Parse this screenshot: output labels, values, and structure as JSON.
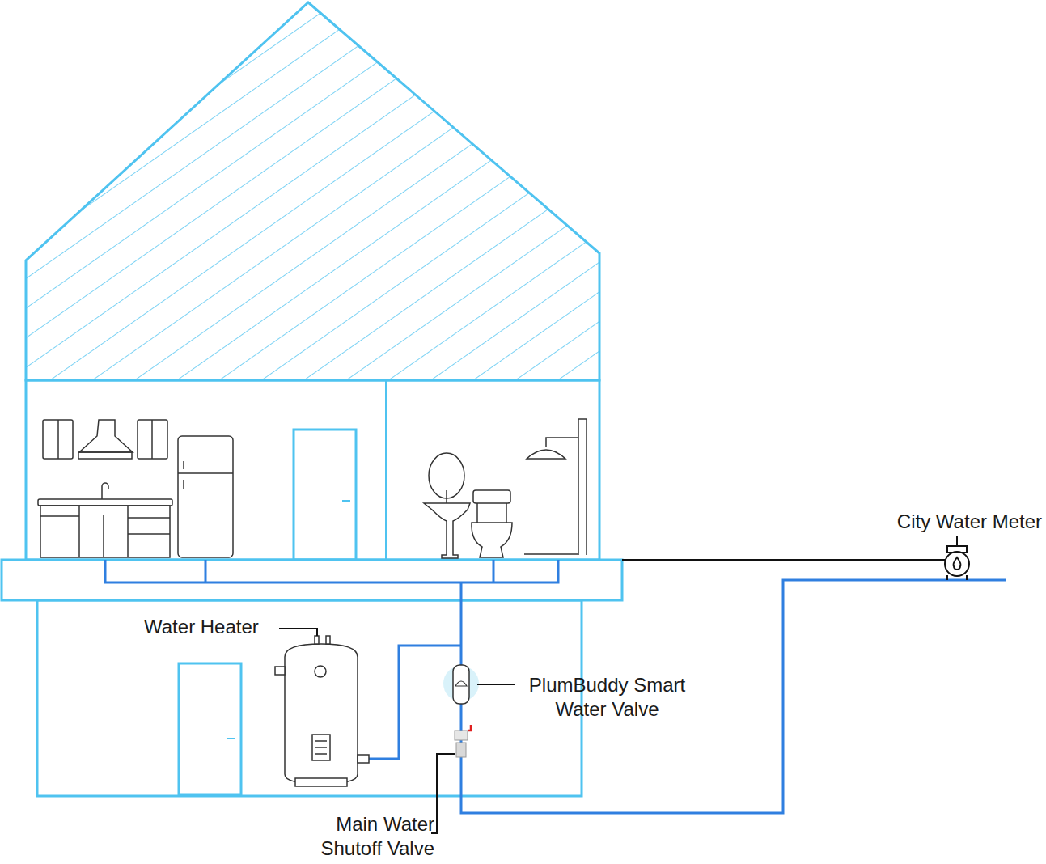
{
  "diagram": {
    "labels": [
      "City Water Meter",
      "Water Heater",
      "PlumBuddy Smart Water Valve",
      "Main Water Shutoff Valve"
    ]
  }
}
